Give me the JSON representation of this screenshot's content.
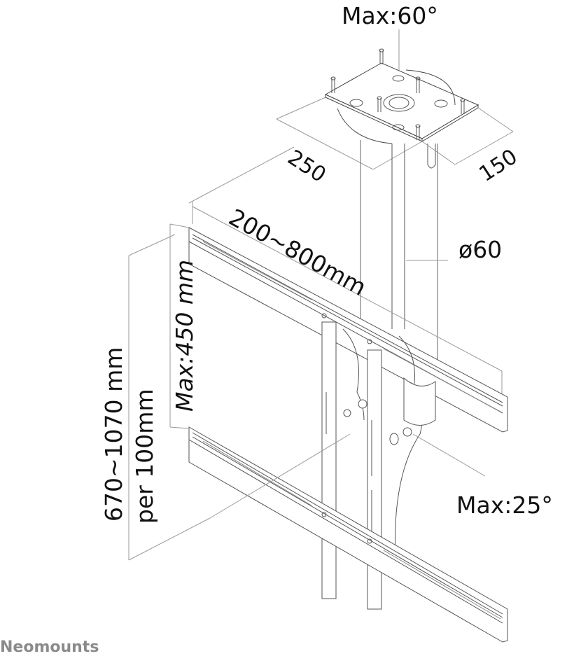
{
  "diagram": {
    "subject": "ceiling TV mount technical drawing",
    "line_color": "#555555",
    "dimension_line_color": "#999999",
    "text_color": "#111111"
  },
  "labels": {
    "swivel_max": "Max:60°",
    "plate_width": "250",
    "plate_depth": "150",
    "vesa_width": "200~800mm",
    "pole_diameter": "ø60",
    "vesa_height": "Max:450 mm",
    "height_range": "670~1070 mm",
    "height_step": "per 100mm",
    "tilt_max": "Max:25°"
  },
  "brand": {
    "name": "Neomounts",
    "color": "#8a8a8a"
  }
}
